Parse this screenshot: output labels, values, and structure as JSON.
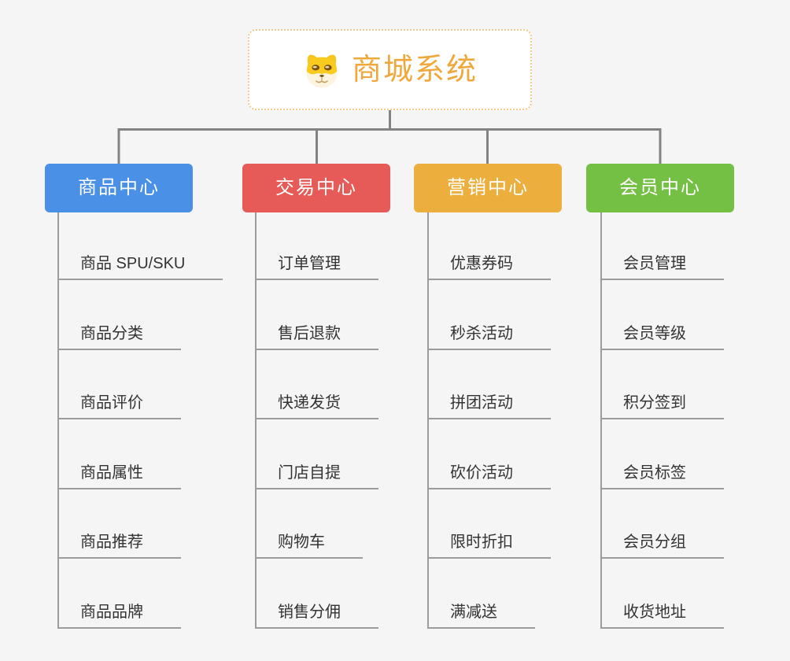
{
  "root": {
    "title": "商城系统",
    "icon": "dog-face-icon"
  },
  "colors": {
    "title_accent": "#f0a83c",
    "root_border": "#f6c88a",
    "connector": "#838383",
    "child_line": "#9c9c9c",
    "child_text": "#333333"
  },
  "branches": [
    {
      "label": "商品中心",
      "color": "#4a90e7",
      "children": [
        "商品 SPU/SKU",
        "商品分类",
        "商品评价",
        "商品属性",
        "商品推荐",
        "商品品牌"
      ]
    },
    {
      "label": "交易中心",
      "color": "#e65b57",
      "children": [
        "订单管理",
        "售后退款",
        "快递发货",
        "门店自提",
        "购物车",
        "销售分佣"
      ]
    },
    {
      "label": "营销中心",
      "color": "#ecae3c",
      "children": [
        "优惠券码",
        "秒杀活动",
        "拼团活动",
        "砍价活动",
        "限时折扣",
        "满减送"
      ]
    },
    {
      "label": "会员中心",
      "color": "#74c044",
      "children": [
        "会员管理",
        "会员等级",
        "积分签到",
        "会员标签",
        "会员分组",
        "收货地址"
      ]
    }
  ]
}
